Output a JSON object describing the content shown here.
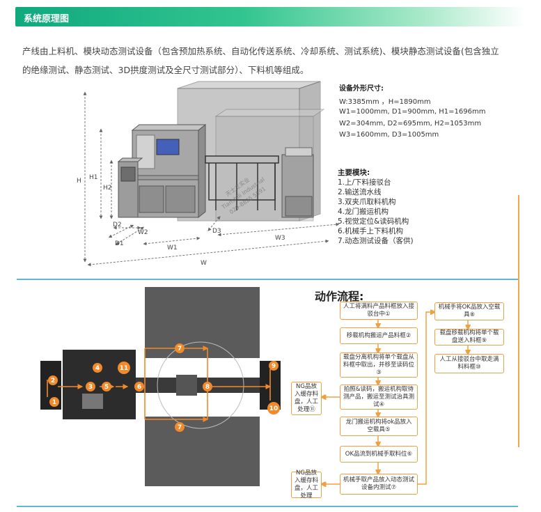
{
  "header": {
    "title": "系统原理图"
  },
  "description": {
    "line1": "产线由上料机、模块动态测试设备（包含预加热系统、自动化传送系统、冷却系统、测试系统)、模块静态测试设备(包含独立",
    "line2": "的绝缘测试、静态测试、3D拱度测试及全尺寸测试部分）、下料机等组成。"
  },
  "dimensions": {
    "title": "设备外形尺寸:",
    "items": [
      "W:3385mm ，H=1890mm",
      "W1=1000mm, D1=900mm, H1=1696mm",
      "W2=304mm, D2=695mm, H2=1053mm",
      "W3=1600mm, D3=1005mm"
    ]
  },
  "illustration_labels": {
    "H": "H",
    "H1": "H1",
    "H2": "H2",
    "D1": "D1",
    "D2": "D2",
    "D3": "D3",
    "W": "W",
    "W1": "W1",
    "W2": "W2",
    "W3": "W3",
    "watermark1": "天士立实业",
    "watermark2": "Tianshili Industrial",
    "watermark3": "029-8825 5591"
  },
  "modules": {
    "title": "主要模块:",
    "items": [
      "1.上/下料接驳台",
      "2.输送流水线",
      "3.双夹爪取料机构",
      "4.龙门搬运机构",
      "5.视觉定位&读码机构",
      "6.机械手上下料机构",
      "7.动态测试设备（客供)"
    ]
  },
  "layout_markers": [
    "1",
    "2",
    "3",
    "4",
    "5",
    "6",
    "7",
    "8",
    "9",
    "10",
    "11"
  ],
  "flow": {
    "title": "动作流程:",
    "steps": [
      "人工将满料产品料框放入接驳台中①",
      "移载机构搬运产品料框②",
      "载盘分离机构将单个载盘从料框中取出，并移至读码位③",
      "拍照&读码，搬运机构取待测产品，搬运至测试治具测试④",
      "龙门搬运机构将ok品放入空载具⑤",
      "OK品流到机械手取料位⑥",
      "机械手取产品放入动态测试设备内测试⑦",
      "机械手将OK品放入空载具⑧",
      "载盘移载机构将单个载盘送入料框⑨",
      "人工从接驳台中取走满料料框⑩"
    ],
    "ng1": "NG品放入缓存料盘，人工处理⑪",
    "ng2": "NG品放入缓存料盘，人工处理"
  }
}
